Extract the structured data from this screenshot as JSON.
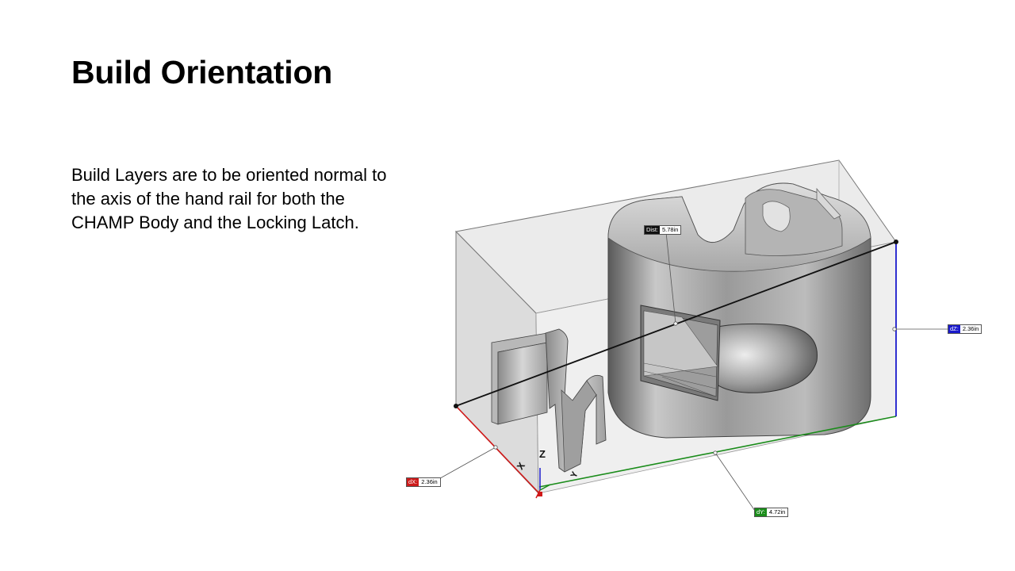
{
  "slide": {
    "title": "Build Orientation",
    "body_lines": [
      "Build Layers are to be oriented normal to",
      "the axis of the hand rail for both the",
      "CHAMP  Body and the Locking Latch."
    ]
  },
  "cad_view": {
    "axis_labels": {
      "x": "X",
      "y": "Y",
      "z": "Z"
    },
    "dimensions": {
      "dx": {
        "label": "dX:",
        "value": "2.36in",
        "color": "#cc1a1a"
      },
      "dy": {
        "label": "dY:",
        "value": "4.72in",
        "color": "#1a8c1a"
      },
      "dz": {
        "label": "dZ:",
        "value": "2.36in",
        "color": "#1a1acc"
      },
      "dist": {
        "label": "Dist:",
        "value": "5.78in",
        "color": "#111111"
      }
    }
  }
}
